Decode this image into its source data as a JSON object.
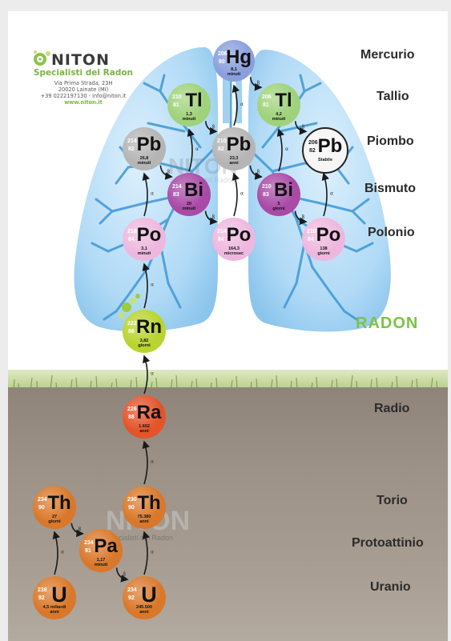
{
  "logo": {
    "brand": "NITON",
    "tagline": "Specialisti del Radon",
    "address1": "Via Prima Strada, 23H",
    "address2": "20020 Lainate (MI)",
    "contacts": "+39 0222197130 - info@niton.it",
    "website": "www.niton.it"
  },
  "watermark": {
    "brand": "NITON",
    "tagline": "Specialisti del Radon"
  },
  "labels": {
    "mercurio": "Mercurio",
    "tallio": "Tallio",
    "piombo": "Piombo",
    "bismuto": "Bismuto",
    "polonio": "Polonio",
    "radon": "RADON",
    "radio": "Radio",
    "torio": "Torio",
    "protoattinio": "Protoattinio",
    "uranio": "Uranio"
  },
  "colors": {
    "uranium_series": "#d9782a",
    "radium": "#e4532a",
    "radon": "#b9d42e",
    "polonium": "#eeb8de",
    "bismuth": "#a94aa6",
    "lead": "#b5b5b5",
    "lead_stable": "#f5f5f5",
    "thallium": "#9fd27a",
    "mercury": "#8a9fdc",
    "lung": "#9dd0f2",
    "vessel": "#3f97d4",
    "radon_label": "#7cc444"
  },
  "elements": [
    {
      "id": "u238",
      "symbol": "U",
      "mass": "238",
      "number": "92",
      "life": "4,5 miliardi",
      "unit": "anni",
      "group": "uranium_series"
    },
    {
      "id": "th234",
      "symbol": "Th",
      "mass": "234",
      "number": "90",
      "life": "27",
      "unit": "giorni",
      "group": "uranium_series"
    },
    {
      "id": "pa234",
      "symbol": "Pa",
      "mass": "234",
      "number": "91",
      "life": "1,17",
      "unit": "minuti",
      "group": "uranium_series"
    },
    {
      "id": "u234",
      "symbol": "U",
      "mass": "234",
      "number": "92",
      "life": "245.500",
      "unit": "anni",
      "group": "uranium_series"
    },
    {
      "id": "th230",
      "symbol": "Th",
      "mass": "230",
      "number": "90",
      "life": "75.380",
      "unit": "anni",
      "group": "uranium_series"
    },
    {
      "id": "ra226",
      "symbol": "Ra",
      "mass": "226",
      "number": "88",
      "life": "1.602",
      "unit": "anni",
      "group": "radium"
    },
    {
      "id": "rn222",
      "symbol": "Rn",
      "mass": "222",
      "number": "86",
      "life": "3,82",
      "unit": "giorni",
      "group": "radon"
    },
    {
      "id": "po218",
      "symbol": "Po",
      "mass": "218",
      "number": "84",
      "life": "3,1",
      "unit": "minuti",
      "group": "polonium"
    },
    {
      "id": "pb214",
      "symbol": "Pb",
      "mass": "214",
      "number": "82",
      "life": "26,8",
      "unit": "minuti",
      "group": "lead"
    },
    {
      "id": "bi214",
      "symbol": "Bi",
      "mass": "214",
      "number": "83",
      "life": "20",
      "unit": "minuti",
      "group": "bismuth"
    },
    {
      "id": "po214",
      "symbol": "Po",
      "mass": "214",
      "number": "84",
      "life": "164,3",
      "unit": "microsec",
      "group": "polonium"
    },
    {
      "id": "tl210",
      "symbol": "Tl",
      "mass": "210",
      "number": "81",
      "life": "1,3",
      "unit": "minuti",
      "group": "thallium"
    },
    {
      "id": "pb210",
      "symbol": "Pb",
      "mass": "210",
      "number": "82",
      "life": "23,3",
      "unit": "anni",
      "group": "lead"
    },
    {
      "id": "hg206",
      "symbol": "Hg",
      "mass": "206",
      "number": "80",
      "life": "8,1",
      "unit": "minuti",
      "group": "mercury"
    },
    {
      "id": "tl206",
      "symbol": "Tl",
      "mass": "206",
      "number": "81",
      "life": "4,2",
      "unit": "minuti",
      "group": "thallium"
    },
    {
      "id": "bi210",
      "symbol": "Bi",
      "mass": "210",
      "number": "83",
      "life": "5",
      "unit": "giorni",
      "group": "bismuth"
    },
    {
      "id": "po210",
      "symbol": "Po",
      "mass": "210",
      "number": "84",
      "life": "138",
      "unit": "giorni",
      "group": "polonium"
    },
    {
      "id": "pb206",
      "symbol": "Pb",
      "mass": "206",
      "number": "82",
      "life": "Stabile",
      "unit": "",
      "group": "lead_stable"
    }
  ],
  "decays": [
    {
      "from": "u238",
      "to": "th234",
      "type": "α"
    },
    {
      "from": "th234",
      "to": "pa234",
      "type": "β"
    },
    {
      "from": "pa234",
      "to": "u234",
      "type": "β"
    },
    {
      "from": "u234",
      "to": "th230",
      "type": "α"
    },
    {
      "from": "th230",
      "to": "ra226",
      "type": "α"
    },
    {
      "from": "ra226",
      "to": "rn222",
      "type": "α"
    },
    {
      "from": "rn222",
      "to": "po218",
      "type": "α"
    },
    {
      "from": "po218",
      "to": "pb214",
      "type": "α"
    },
    {
      "from": "pb214",
      "to": "bi214",
      "type": "β"
    },
    {
      "from": "bi214",
      "to": "tl210",
      "type": "α"
    },
    {
      "from": "bi214",
      "to": "po214",
      "type": "β"
    },
    {
      "from": "tl210",
      "to": "pb210",
      "type": "β"
    },
    {
      "from": "po214",
      "to": "pb210",
      "type": "α"
    },
    {
      "from": "pb210",
      "to": "hg206",
      "type": "α"
    },
    {
      "from": "pb210",
      "to": "bi210",
      "type": "β"
    },
    {
      "from": "hg206",
      "to": "tl206",
      "type": "β"
    },
    {
      "from": "bi210",
      "to": "tl206",
      "type": "α"
    },
    {
      "from": "bi210",
      "to": "po210",
      "type": "β"
    },
    {
      "from": "tl206",
      "to": "pb206",
      "type": "β"
    },
    {
      "from": "po210",
      "to": "pb206",
      "type": "α"
    }
  ]
}
